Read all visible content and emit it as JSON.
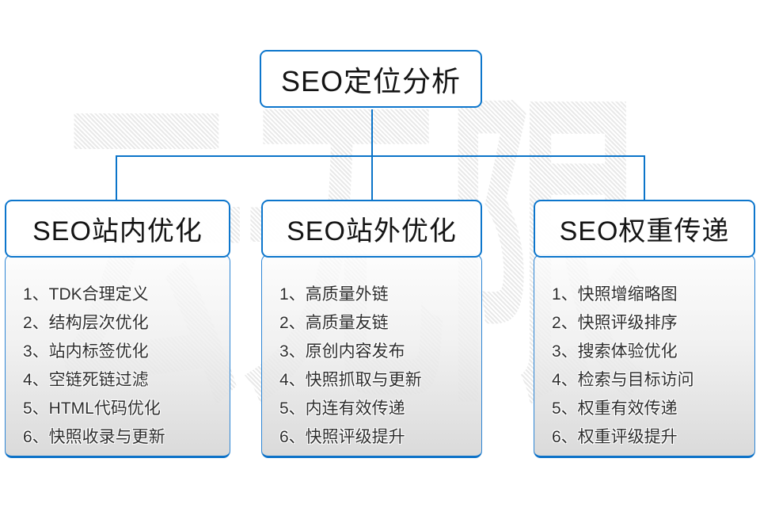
{
  "root": {
    "title": "SEO定位分析"
  },
  "watermark": {
    "text": "云无限"
  },
  "columns": [
    {
      "header": "SEO站内优化",
      "items": [
        "1、TDK合理定义",
        "2、结构层次优化",
        "3、站内标签优化",
        "4、空链死链过滤",
        "5、HTML代码优化",
        "6、快照收录与更新"
      ]
    },
    {
      "header": "SEO站外优化",
      "items": [
        "1、高质量外链",
        "2、高质量友链",
        "3、原创内容发布",
        "4、快照抓取与更新",
        "5、内连有效传递",
        "6、快照评级提升"
      ]
    },
    {
      "header": "SEO权重传递",
      "items": [
        "1、快照增缩略图",
        "2、快照评级排序",
        "3、搜索体验优化",
        "4、检索与目标访问",
        "5、权重有效传递",
        "6、权重评级提升"
      ]
    }
  ],
  "colors": {
    "accent_blue": "#0d76cc",
    "connector_blue": "#0b74c9",
    "text_dark": "#2e2e2e",
    "watermark_gray": "#e9e9e9"
  }
}
